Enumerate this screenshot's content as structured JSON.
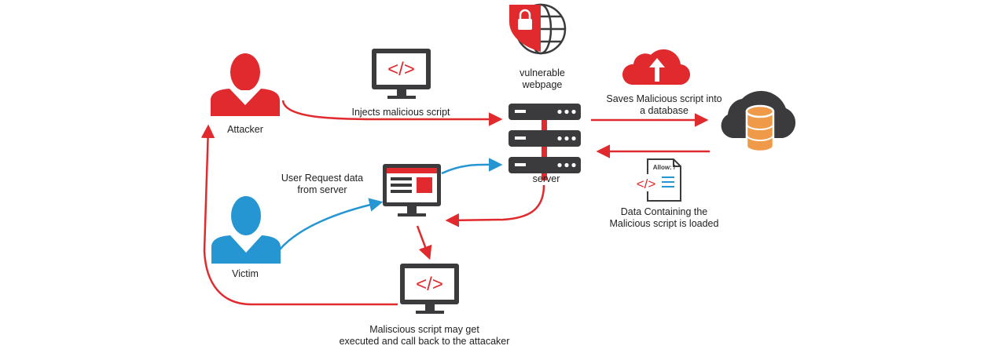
{
  "diagram": {
    "labels": {
      "attacker": "Attacker",
      "victim": "Victim",
      "injects": "Injects malicious script",
      "vulnerable_line1": "vulnerable",
      "vulnerable_line2": "webpage",
      "server": "server",
      "saves_line1": "Saves Malicious script into",
      "saves_line2": "a database",
      "user_request_line1": "User Request data",
      "user_request_line2": "from server",
      "data_containing_line1": "Data Containing the",
      "data_containing_line2": "Malicious script is loaded",
      "executed_line1": "Maliscious script may get",
      "executed_line2": "executed and call back to the attacaker"
    },
    "code_glyph": "</>",
    "allow_text": "Allow: /",
    "icons": [
      "person-icon",
      "monitor-code-icon",
      "shield-globe-icon",
      "server-rack-icon",
      "cloud-upload-icon",
      "cloud-database-icon",
      "document-code-icon",
      "monitor-webpage-icon"
    ],
    "colors": {
      "red": "#e02a2d",
      "blue": "#2596d2",
      "dark": "#3b3b3d",
      "orange": "#ef9a49"
    }
  }
}
